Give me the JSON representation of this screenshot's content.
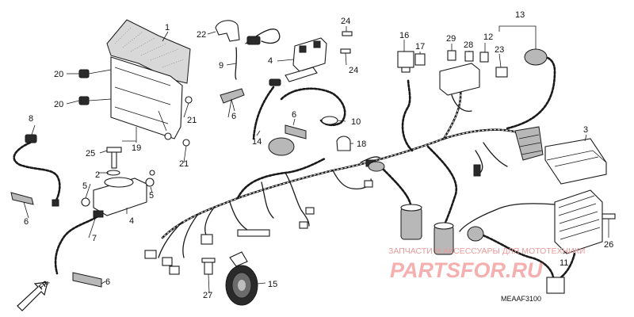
{
  "diagram_code": "MEAAF3100",
  "front_arrow_label": "FR.",
  "watermark": {
    "subtitle": "ЗАПЧАСТИ И АКСЕССУАРЫ ДЛЯ МОТОТЕХНИКИ",
    "logo_text": "PARTSFOR.RU",
    "color": "#ef6f6f"
  },
  "callouts": {
    "c1": "1",
    "c2": "2",
    "c3": "3",
    "c4a": "4",
    "c4b": "4",
    "c5a": "5",
    "c5b": "5",
    "c6a": "6",
    "c6b": "6",
    "c6c": "6",
    "c6d": "6",
    "c7": "7",
    "c8": "8",
    "c9": "9",
    "c10": "10",
    "c11": "11",
    "c12": "12",
    "c13": "13",
    "c14": "14",
    "c15": "15",
    "c16": "16",
    "c17": "17",
    "c18": "18",
    "c19": "19",
    "c20a": "20",
    "c20b": "20",
    "c21a": "21",
    "c21b": "21",
    "c22": "22",
    "c23": "23",
    "c24a": "24",
    "c24b": "24",
    "c25": "25",
    "c26": "26",
    "c27": "27",
    "c28": "28",
    "c29": "29"
  }
}
